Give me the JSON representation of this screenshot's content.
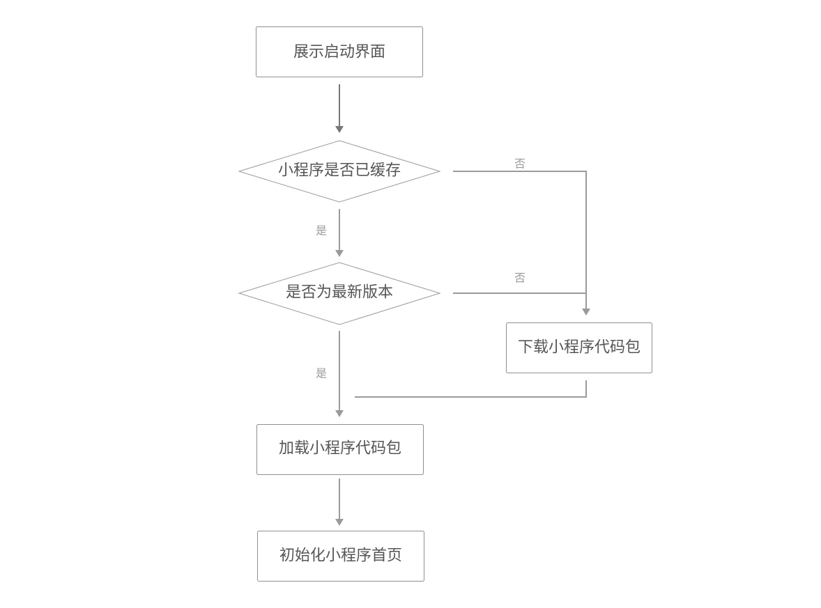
{
  "nodes": {
    "show_splash": "展示启动界面",
    "is_cached": "小程序是否已缓存",
    "is_latest": "是否为最新版本",
    "download_package": "下载小程序代码包",
    "load_package": "加载小程序代码包",
    "init_homepage": "初始化小程序首页"
  },
  "edges": {
    "cached_no": "否",
    "cached_yes": "是",
    "latest_no": "否",
    "latest_yes": "是"
  }
}
